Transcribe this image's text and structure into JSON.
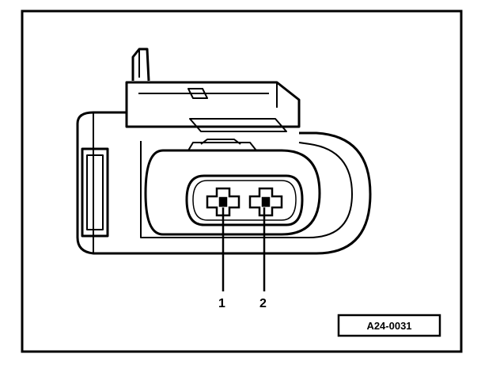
{
  "figure": {
    "reference_code": "A24-0031",
    "callouts": [
      {
        "id": "1",
        "text": "1"
      },
      {
        "id": "2",
        "text": "2"
      }
    ]
  }
}
